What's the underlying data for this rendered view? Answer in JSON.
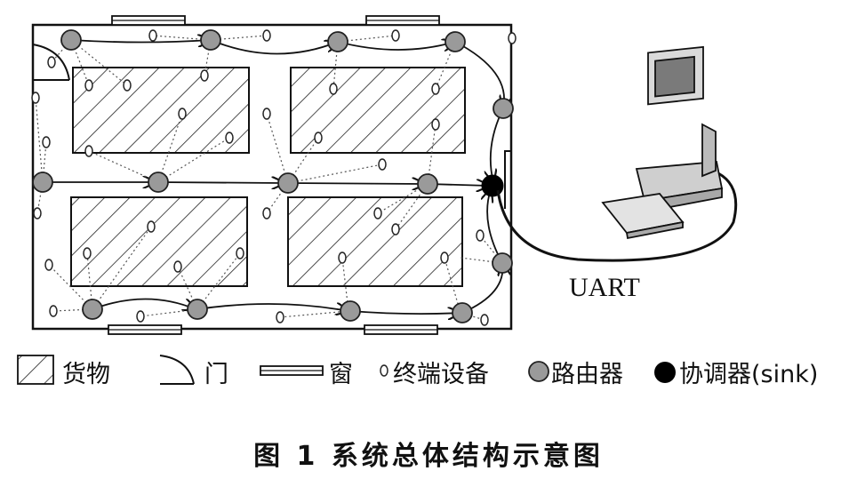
{
  "diagram": {
    "uart_label": "UART",
    "legend": [
      {
        "icon": "cargo-hatched-icon",
        "label": "货物"
      },
      {
        "icon": "door-arc-icon",
        "label": "门"
      },
      {
        "icon": "window-icon",
        "label": "窗"
      },
      {
        "icon": "small-circle-icon",
        "label": "终端设备"
      },
      {
        "icon": "gray-circle-icon",
        "label": "路由器"
      },
      {
        "icon": "black-circle-icon",
        "label": "协调器(sink)"
      }
    ],
    "caption": "图 1   系统总体结构示意图",
    "colors": {
      "router": "#9a9a9a",
      "coordinator": "#000000",
      "line": "#222222",
      "dotted": "#555555"
    }
  }
}
